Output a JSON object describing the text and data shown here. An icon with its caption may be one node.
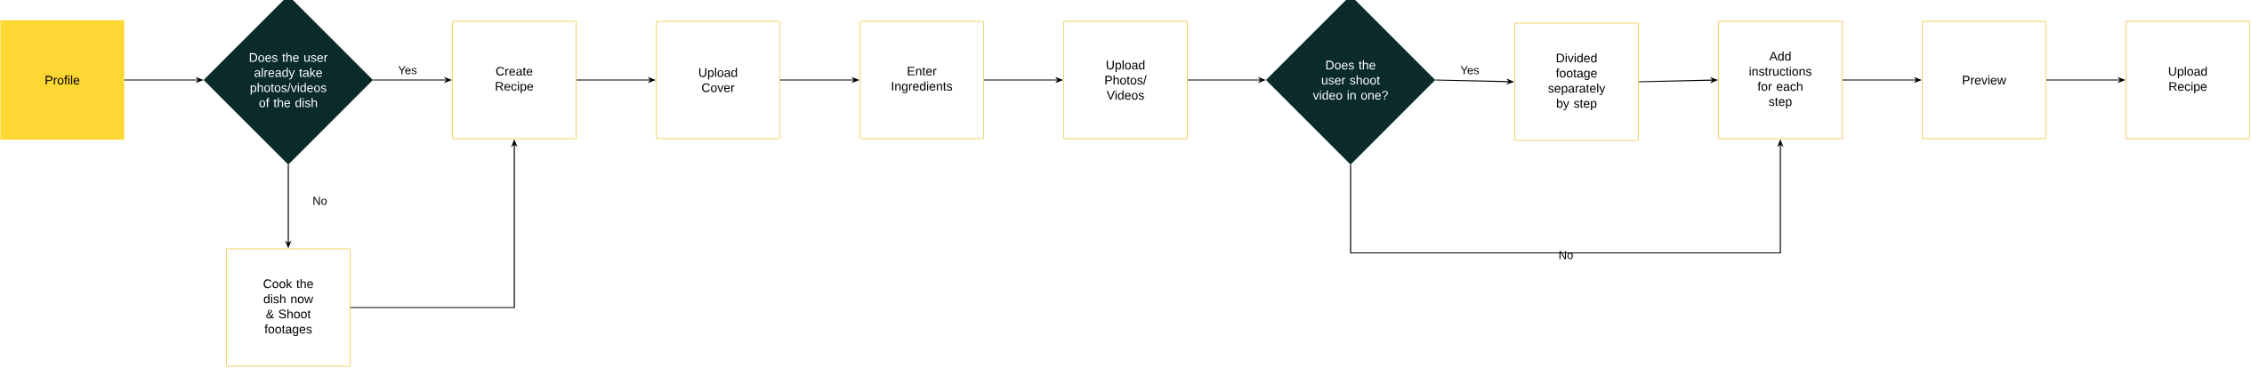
{
  "diagram": {
    "nodes": [
      {
        "text": [
          "Profile"
        ]
      },
      {
        "text": [
          "Does the user already take photos/videos of the dish"
        ]
      },
      {
        "text": [
          "Create Recipe"
        ]
      },
      {
        "text": [
          "Upload Cover"
        ]
      },
      {
        "text": [
          "Enter Ingredients"
        ]
      },
      {
        "text": [
          "Upload Photos/ Videos"
        ]
      },
      {
        "text": [
          "Does the user shoot video in one?"
        ]
      },
      {
        "text": [
          "Divided footage separately by step"
        ]
      },
      {
        "text": [
          "Add instructions for each step"
        ]
      },
      {
        "text": [
          "Preview"
        ]
      },
      {
        "text": [
          "Upload Recipe"
        ]
      },
      {
        "text": [
          "Cook the dish now & Shoot footages"
        ]
      }
    ],
    "edges": [
      {
        "from": 0,
        "to": 1,
        "arrow": "to"
      },
      {
        "from": 1,
        "to": 2,
        "arrow": "to",
        "label": "Yes"
      },
      {
        "from": 1,
        "to": 11,
        "arrow": "to",
        "label": "No"
      },
      {
        "from": 11,
        "to": 2,
        "arrow": "to"
      },
      {
        "from": 2,
        "to": 3,
        "arrow": "to"
      },
      {
        "from": 3,
        "to": 4,
        "arrow": "to"
      },
      {
        "from": 4,
        "to": 5,
        "arrow": "to"
      },
      {
        "from": 5,
        "to": 6,
        "arrow": "to"
      },
      {
        "from": 6,
        "to": 7,
        "arrow": "to",
        "label": "Yes"
      },
      {
        "from": 6,
        "to": 8,
        "arrow": "to",
        "label": "No"
      },
      {
        "from": 7,
        "to": 8,
        "arrow": "to"
      },
      {
        "from": 8,
        "to": 9,
        "arrow": "to"
      },
      {
        "from": 9,
        "to": 10,
        "arrow": "to"
      }
    ]
  }
}
